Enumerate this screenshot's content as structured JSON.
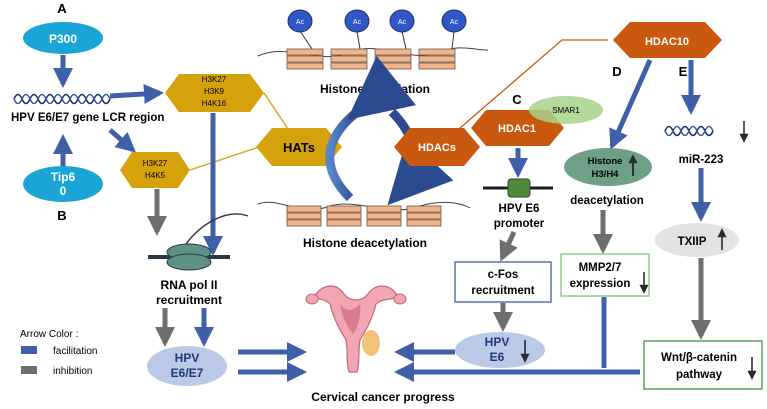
{
  "panels": {
    "a": "A",
    "b": "B",
    "c": "C",
    "d": "D",
    "e": "E"
  },
  "nodes": {
    "p300": "P300",
    "tip60_line1": "Tip6",
    "tip60_line2": "0",
    "hpv_gene_lcr": "HPV E6/E7 gene LCR region",
    "h3k27_h3k9_h4k16": [
      "H3K27",
      "H3K9",
      "H4K16"
    ],
    "h3k27_h4k5": [
      "H3K27",
      "H4K5"
    ],
    "hats": "HATs",
    "histone_acetylation": "Histone acetylation",
    "histone_deacetylation": "Histone deacetylation",
    "ac_label": "Ac",
    "hdacs": "HDACs",
    "hdac1": "HDAC1",
    "smar1": "SMAR1",
    "hdac10": "HDAC10",
    "hpv_e6_promoter": [
      "HPV E6",
      "promoter"
    ],
    "rna_pol_ii": [
      "RNA pol II",
      "recruitment"
    ],
    "c_fos": [
      "c-Fos",
      "recruitment"
    ],
    "histone_h3h4": [
      "Histone",
      "H3/H4"
    ],
    "deacetylation": "deacetylation",
    "mmp27": [
      "MMP2/7",
      "expression"
    ],
    "mir223": "miR-223",
    "txiip": "TXIIP",
    "wnt": [
      "Wnt/β-catenin",
      "pathway"
    ],
    "hpv_e6_oval": [
      "HPV",
      "E6"
    ],
    "hpv_e6e7_oval": [
      "HPV",
      "E6/E7"
    ],
    "cervical_cancer": "Cervical cancer progress"
  },
  "legend": {
    "title": "Arrow Color :",
    "facilitation": "facilitation",
    "inhibition": "inhibition"
  },
  "colors": {
    "facilitation": "#3f5fa8",
    "inhibition": "#6e6e6e",
    "gold_hexagon": "#d6a20c",
    "orange_hexagon": "#c9590f",
    "cyan_oval": "#1aa5d6",
    "pale_blue_oval": "#b9c9e6",
    "green_oval": "#6f9f86",
    "nucleosome": "#f3b48b",
    "acetyl": "#2f57c8"
  }
}
